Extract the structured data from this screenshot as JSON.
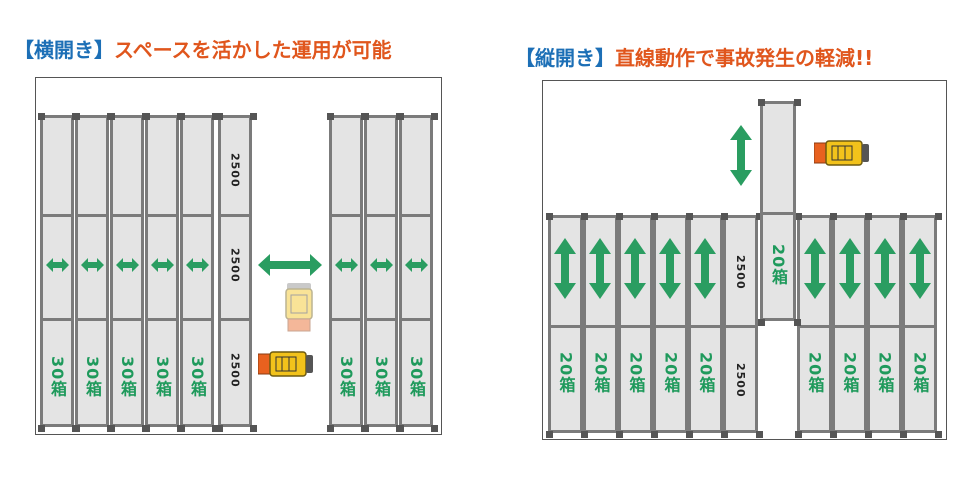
{
  "left": {
    "title_open": "【",
    "title_mode": "横開き",
    "title_close": "】",
    "title_text": "スペースを活かした運用が可能",
    "box_label": "30箱",
    "size_label": "2500"
  },
  "right": {
    "title_open": "【",
    "title_mode": "縦開き",
    "title_close": "】",
    "title_text": "直線動作で事故発生の軽減!!",
    "box_label": "20箱",
    "size_label": "2500"
  },
  "colors": {
    "bracket_blue": "#1c6fb6",
    "title_orange": "#e0561d",
    "arrow_green": "#2a9d61",
    "rack_gray": "#e4e4e4",
    "forklift_orange": "#e8611f",
    "forklift_yellow": "#f2c21b"
  },
  "icons": {
    "forklift": "forklift-icon",
    "arrow_horizontal": "double-arrow-horizontal-icon",
    "arrow_vertical": "double-arrow-vertical-icon"
  }
}
